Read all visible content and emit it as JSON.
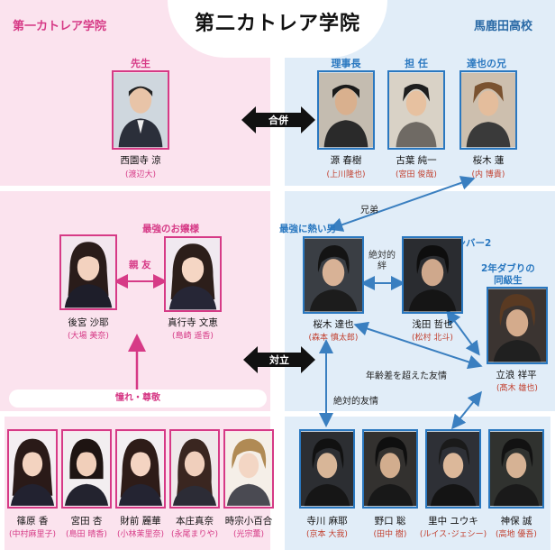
{
  "title": "第二カトレア学院",
  "schools": {
    "left": "第一カトレア学院",
    "right": "馬鹿田高校"
  },
  "center_labels": {
    "merge": "合併",
    "conflict": "対立"
  },
  "colors": {
    "pink": "#d63a86",
    "blue": "#2a78c0",
    "pink_bg": "#fbe3ee",
    "blue_bg": "#e1edf8"
  },
  "teachers": [
    {
      "role": "先生",
      "name": "西園寺 涼",
      "actor": "(渡辺大)"
    },
    {
      "role": "理事長",
      "name": "源 春樹",
      "actor": "(上川隆也)"
    },
    {
      "role": "担 任",
      "name": "古葉 純一",
      "actor": "(宮田 俊哉)"
    },
    {
      "role": "達也の兄",
      "name": "桜木 蓮",
      "actor": "(内 博貴)"
    }
  ],
  "girls_main": [
    {
      "name": "後宮 沙耶",
      "actor": "(大場 美奈)"
    },
    {
      "name": "真行寺 文恵",
      "actor": "(島崎 遥香)"
    }
  ],
  "boys_main": [
    {
      "name": "桜木 達也",
      "actor": "(森本 慎太郎)"
    },
    {
      "name": "浅田 哲也",
      "actor": "(松村 北斗)"
    },
    {
      "name": "立浪 祥平",
      "actor": "(髙木 雄也)"
    }
  ],
  "girls_row": [
    {
      "name": "篠原 香",
      "actor": "(中村麻里子)"
    },
    {
      "name": "宮田 杏",
      "actor": "(島田 晴香)"
    },
    {
      "name": "財前 麗華",
      "actor": "(小林茉里奈)"
    },
    {
      "name": "本庄真奈",
      "actor": "(永尾まりや)"
    },
    {
      "name": "時宗小百合",
      "actor": "(光宗薫)"
    }
  ],
  "boys_row": [
    {
      "name": "寺川 麻耶",
      "actor": "(京本 大我)"
    },
    {
      "name": "野口 聡",
      "actor": "(田中 樹)"
    },
    {
      "name": "里中 ユウキ",
      "actor": "(ルイス･ジェシー)"
    },
    {
      "name": "神保 誠",
      "actor": "(高地 優吾)"
    }
  ],
  "annotations": {
    "best_friend": "親 友",
    "strongest_lady": "最強のお嬢様",
    "admiration": "憧れ・尊敬",
    "brothers": "兄弟",
    "hottest_man": "最強に熱い男",
    "absolute_bond": "絶対的\n絆",
    "number_two": "ナンバー2",
    "repeat_year": "2年ダブりの\n同級生",
    "beyond_age": "年齢差を超えた友情",
    "absolute_friendship": "絶対的友情"
  }
}
